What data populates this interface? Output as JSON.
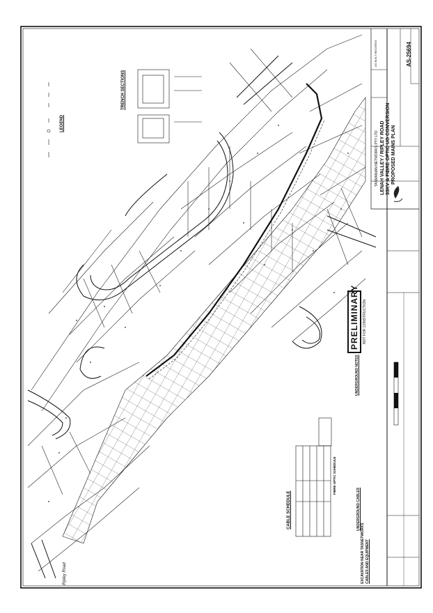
{
  "title_block": {
    "company": "TASMANIAN NETWORKS PTY LTD",
    "drawing_title_1": "LENAH VALLEY / RIPLEY ROAD",
    "drawing_title_2": "33KV & FIBRE OPTIC UG CONVERSION",
    "drawing_title_3": "PROPOSED MAINS PLAN",
    "drawing_number": "AS-25694",
    "as_built": "AS BUILT RECORDS"
  },
  "sections": {
    "legend": "LEGEND",
    "trench_sections": "TRENCH SECTIONS",
    "cable_schedule": "CABLE SCHEDULE",
    "fibre_optic_schedule": "FIBRE OPTIC SCHEDULE",
    "underground_cables": "UNDERGROUND CABLES",
    "underground_notes": "UNDERGROUND NOTES",
    "excavation_notes": "EXCAVATION NEAR TASNETWORKS",
    "excavation_notes_2": "CABLES AND EQUIPMENT"
  },
  "stamp": {
    "main": "PRELIMINARY",
    "sub": "NOT FOR CONSTRUCTION"
  },
  "roads": {
    "ripley_road": "Ripley Road"
  }
}
